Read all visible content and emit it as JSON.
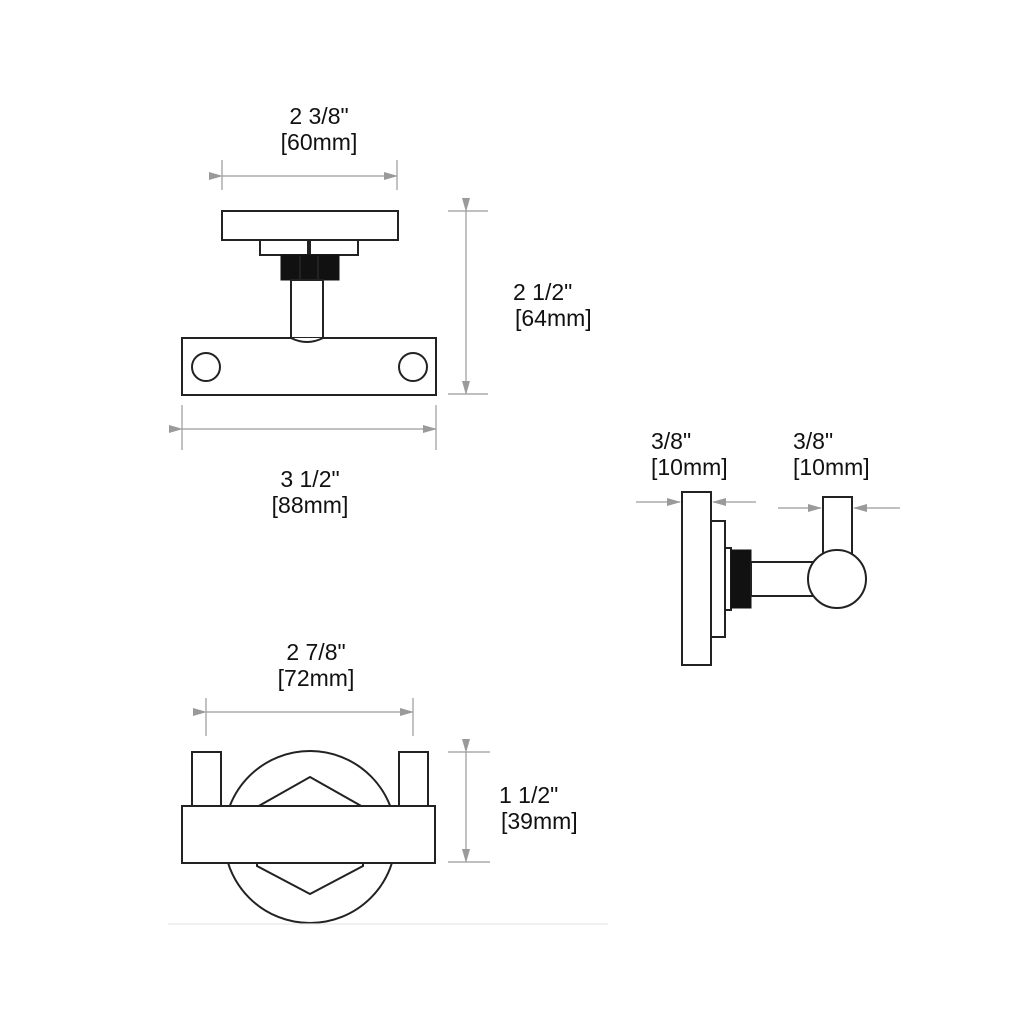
{
  "dimensions": {
    "top_width": {
      "imperial": "2 3/8\"",
      "metric": "[60mm]"
    },
    "top_height": {
      "imperial": "2 1/2\"",
      "metric": "[64mm]"
    },
    "top_base_width": {
      "imperial": "3 1/2\"",
      "metric": "[88mm]"
    },
    "side_flange_thickness": {
      "imperial": "3/8\"",
      "metric": "[10mm]"
    },
    "side_hook_diameter": {
      "imperial": "3/8\"",
      "metric": "[10mm]"
    },
    "front_width": {
      "imperial": "2 7/8\"",
      "metric": "[72mm]"
    },
    "front_height": {
      "imperial": "1 1/2\"",
      "metric": "[39mm]"
    }
  },
  "colors": {
    "line": "#222222",
    "dimension": "#9a9a9a",
    "knurl": "#111111"
  }
}
